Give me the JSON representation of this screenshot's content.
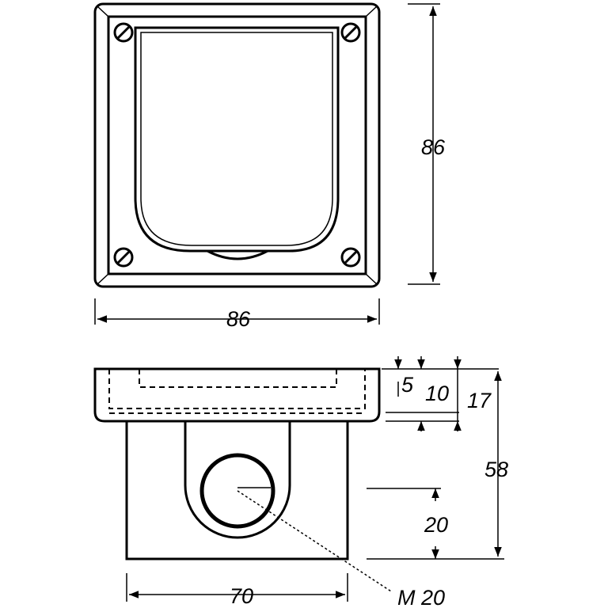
{
  "dimensions": {
    "front_width": "86",
    "front_height": "86",
    "side_width": "70",
    "side_height": "58",
    "depth_5": "5",
    "depth_10": "10",
    "depth_17": "17",
    "hole_height": "20",
    "thread": "M 20"
  },
  "colors": {
    "line": "#000000",
    "background": "#ffffff"
  }
}
